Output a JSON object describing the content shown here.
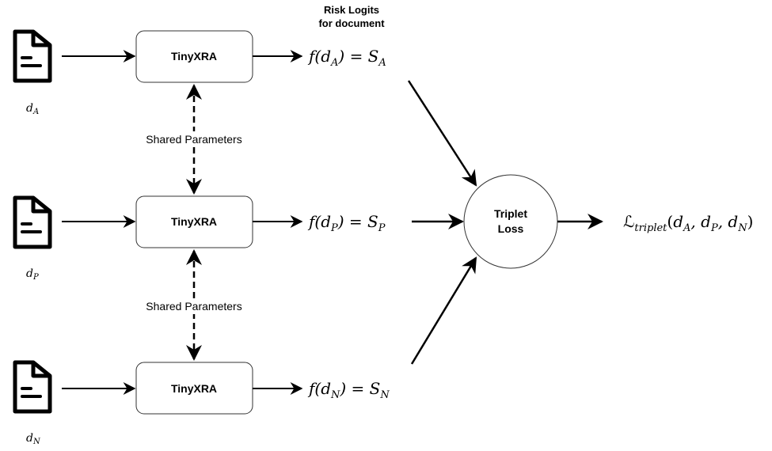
{
  "title_note": {
    "line1": "Risk Logits",
    "line2": "for document"
  },
  "rows": [
    {
      "doc_label": "d",
      "doc_sub": "A",
      "model_label": "TinyXRA",
      "output": {
        "f": "f(d",
        "sub": "A",
        "eq": ") = S",
        "sub2": "A"
      }
    },
    {
      "doc_label": "d",
      "doc_sub": "P",
      "model_label": "TinyXRA",
      "output": {
        "f": "f(d",
        "sub": "P",
        "eq": ") = S",
        "sub2": "P"
      }
    },
    {
      "doc_label": "d",
      "doc_sub": "N",
      "model_label": "TinyXRA",
      "output": {
        "f": "f(d",
        "sub": "N",
        "eq": ") = S",
        "sub2": "N"
      }
    }
  ],
  "shared_params": [
    {
      "label": "Shared Parameters"
    },
    {
      "label": "Shared Parameters"
    }
  ],
  "loss_node": {
    "line1": "Triplet",
    "line2": "Loss"
  },
  "loss_output": {
    "symbol": "ℒ",
    "sub": "triplet",
    "args_open": "(d",
    "a_sub": "A",
    "sep1": ", d",
    "p_sub": "P",
    "sep2": ", d",
    "n_sub": "N",
    "close": ")"
  },
  "icons": {
    "document": "document-icon"
  }
}
